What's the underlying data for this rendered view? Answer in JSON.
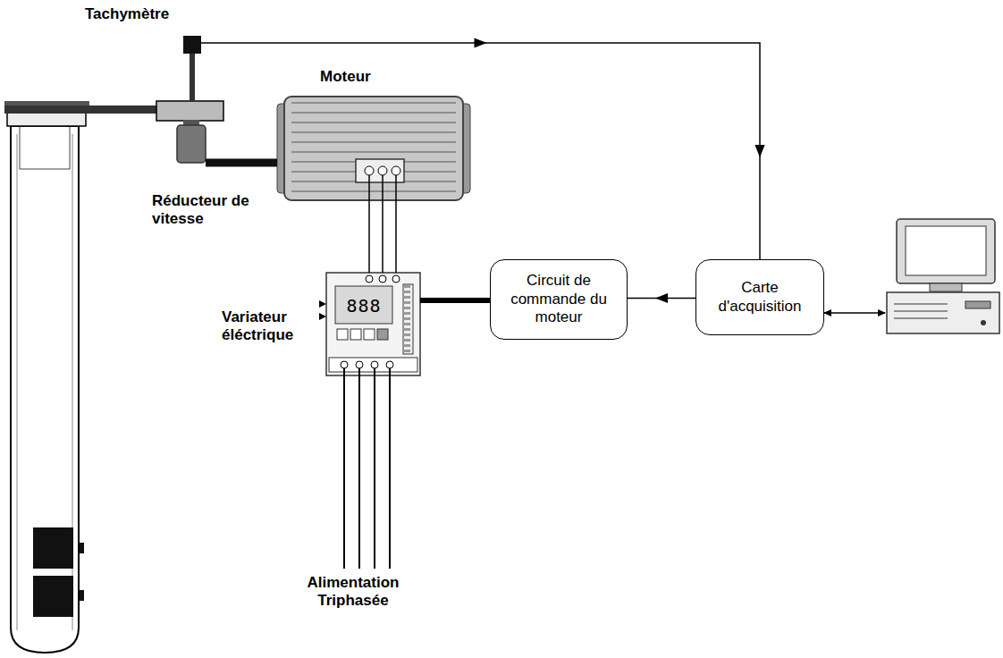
{
  "diagram": {
    "nodes": [
      {
        "text": [
          "Tachymètre"
        ]
      },
      {
        "text": [
          "Moteur"
        ]
      },
      {
        "text": [
          "Réducteur de vitesse"
        ]
      },
      {
        "text": [
          "Variateur éléctrique",
          "888"
        ]
      },
      {
        "text": [
          "Circuit de commande du moteur"
        ]
      },
      {
        "text": [
          "Carte d'acquisition"
        ]
      }
    ],
    "edges": [
      {
        "from": 0,
        "to": 5,
        "arrow": "to"
      },
      {
        "from": 5,
        "to": 4,
        "arrow": "to"
      },
      {
        "from": 4,
        "to": 3,
        "arrow": "none"
      },
      {
        "from": 3,
        "to": 1,
        "arrow": "none"
      },
      {
        "from": 3,
        "to": 1,
        "arrow": "none"
      },
      {
        "from": 3,
        "to": 1,
        "arrow": "none"
      },
      {
        "from": 1,
        "to": 2,
        "arrow": "none"
      }
    ],
    "labels": [
      "Alimentation Triphasée"
    ]
  }
}
